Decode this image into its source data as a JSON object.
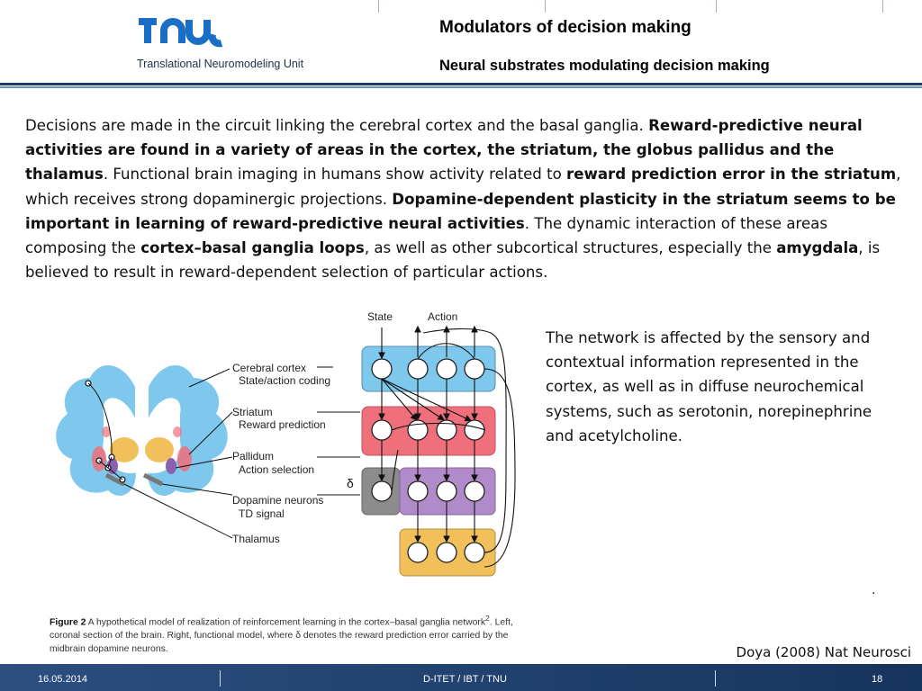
{
  "header": {
    "logo_text": "Translational Neuromodeling Unit",
    "title": "Modulators of decision making",
    "subtitle": "Neural substrates modulating decision making",
    "brand_color": "#1a6fc4"
  },
  "body": {
    "p1": "Decisions are made in the circuit linking the cerebral cortex and the basal ganglia. ",
    "p2_bold": "Reward-predictive neural activities are found in a variety of areas in the cortex, the striatum, the globus pallidus and the thalamus",
    "p3": ". Functional brain imaging in humans show activity related to ",
    "p4_bold": "reward prediction error in the striatum",
    "p5": ", which receives strong dopaminergic projections. ",
    "p6_bold": "Dopamine-dependent plasticity in the striatum seems to be important in learning of reward-predictive neural activities",
    "p7": ". The dynamic interaction of these areas composing the ",
    "p8_bold": "cortex–basal ganglia loops",
    "p9": ", as well as other subcortical structures, especially the ",
    "p10_bold": "amygdala",
    "p11": ", is believed to result in reward-dependent selection of particular actions."
  },
  "side_text": "The network is affected by the sensory and contextual information represented in the cortex, as well as in diffuse neurochemical systems, such as serotonin, norepinephrine and acetylcholine.",
  "dot": ".",
  "figure": {
    "label_state": "State",
    "label_action": "Action",
    "label_cortex": "Cerebral cortex",
    "label_cortex_sub": "State/action coding",
    "label_striatum": "Striatum",
    "label_striatum_sub": "Reward prediction",
    "label_pallidum": "Pallidum",
    "label_pallidum_sub": "Action selection",
    "label_dopamine": "Dopamine neurons",
    "label_dopamine_sub": "TD signal",
    "label_thalamus": "Thalamus",
    "label_delta": "δ",
    "colors": {
      "cortex": "#7ec8ee",
      "striatum": "#ef6f7b",
      "pallidum": "#b08ac9",
      "dopamine": "#8c8c8c",
      "thalamus": "#f2c05a"
    }
  },
  "caption": {
    "label": "Figure 2",
    "text_a": "  A hypothetical model of realization of reinforcement learning in the cortex–basal ganglia network",
    "sup": "2",
    "text_b": ". Left, coronal section of the brain. Right, functional model, where δ denotes the reward prediction error carried by the midbrain dopamine neurons."
  },
  "citation": "Doya (2008) Nat Neurosci",
  "footer": {
    "date": "16.05.2014",
    "org": "D-ITET / IBT / TNU",
    "page": "18"
  }
}
